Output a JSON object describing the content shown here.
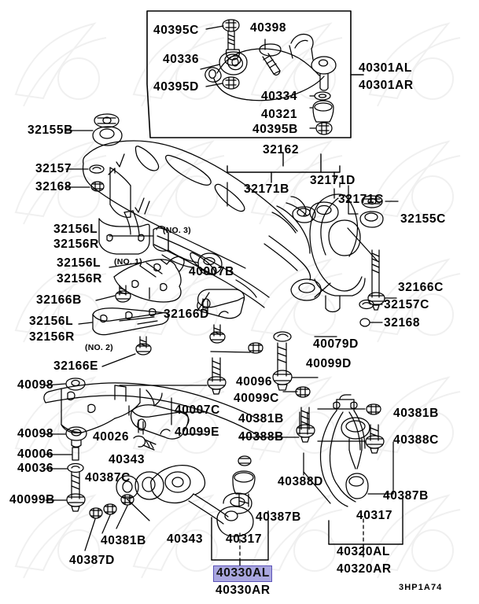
{
  "diagram": {
    "code": "3HP1A74",
    "highlight_color": "#aaa7e0",
    "highlight_border_color": "#5b53b8",
    "line_color": "#000000",
    "background_color": "#ffffff"
  },
  "labels": {
    "p40395C": "40395C",
    "p40398": "40398",
    "p40336": "40336",
    "p40395D": "40395D",
    "p40334": "40334",
    "p40321": "40321",
    "p40395B": "40395B",
    "p40301AL": "40301AL",
    "p40301AR": "40301AR",
    "p32155B": "32155B",
    "p32157": "32157",
    "p32168_top": "32168",
    "p32156L_no3": "32156L",
    "p32156R_no3": "32156R",
    "no3": "(NO. 3)",
    "p32156L_no1": "32156L",
    "p32156R_no1": "32156R",
    "no1": "(NO. 1)",
    "p32166B": "32166B",
    "p32156L_no2": "32156L",
    "p32156R_no2": "32156R",
    "no2": "(NO. 2)",
    "p32166E": "32166E",
    "p32166D": "32166D",
    "p32162": "32162",
    "p32171B": "32171B",
    "p32171D": "32171D",
    "p32171C": "32171C",
    "p32155C": "32155C",
    "p32166C": "32166C",
    "p32157C": "32157C",
    "p32168_right": "32168",
    "p40007B": "40007B",
    "p40079D": "40079D",
    "p40099D": "40099D",
    "p40096": "40096",
    "p40099C": "40099C",
    "p40098_a": "40098",
    "p40007C": "40007C",
    "p40099E": "40099E",
    "p40026": "40026",
    "p40098_b": "40098",
    "p40006": "40006",
    "p40036": "40036",
    "p40099B": "40099B",
    "p40387C": "40387C",
    "p40381B_left": "40381B",
    "p40387D": "40387D",
    "p40343_top": "40343",
    "p40343_bot": "40343",
    "p40317_left": "40317",
    "p40387B_left": "40387B",
    "p40330AL": "40330AL",
    "p40330AR": "40330AR",
    "p40381B_mid": "40381B",
    "p40388B": "40388B",
    "p40381B_right": "40381B",
    "p40388C": "40388C",
    "p40388D": "40388D",
    "p40387B_right": "40387B",
    "p40317_right": "40317",
    "p40320AL": "40320AL",
    "p40320AR": "40320AR"
  }
}
